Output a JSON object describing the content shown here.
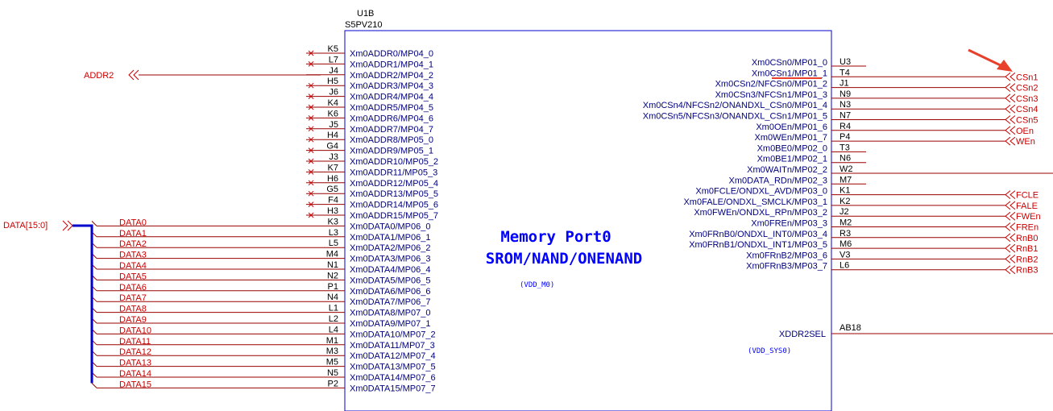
{
  "component": {
    "ref": "U1B",
    "part": "S5PV210",
    "title_line1": "Memory Port0",
    "title_line2": "SROM/NAND/ONENAND",
    "power1": "(VDD_M0)",
    "power2": "(VDD_SYS0)"
  },
  "left_pins": [
    {
      "num": "K5",
      "name": "Xm0ADDR0/MP04_0",
      "nc": true
    },
    {
      "num": "L7",
      "name": "Xm0ADDR1/MP04_1",
      "nc": true
    },
    {
      "num": "J4",
      "name": "Xm0ADDR2/MP04_2",
      "nc": false
    },
    {
      "num": "H5",
      "name": "Xm0ADDR3/MP04_3",
      "nc": true
    },
    {
      "num": "J6",
      "name": "Xm0ADDR4/MP04_4",
      "nc": true
    },
    {
      "num": "K4",
      "name": "Xm0ADDR5/MP04_5",
      "nc": true
    },
    {
      "num": "K6",
      "name": "Xm0ADDR6/MP04_6",
      "nc": true
    },
    {
      "num": "J5",
      "name": "Xm0ADDR7/MP04_7",
      "nc": true
    },
    {
      "num": "H4",
      "name": "Xm0ADDR8/MP05_0",
      "nc": true
    },
    {
      "num": "G4",
      "name": "Xm0ADDR9/MP05_1",
      "nc": true
    },
    {
      "num": "J3",
      "name": "Xm0ADDR10/MP05_2",
      "nc": true
    },
    {
      "num": "K7",
      "name": "Xm0ADDR11/MP05_3",
      "nc": true
    },
    {
      "num": "H6",
      "name": "Xm0ADDR12/MP05_4",
      "nc": true
    },
    {
      "num": "G5",
      "name": "Xm0ADDR13/MP05_5",
      "nc": true
    },
    {
      "num": "F4",
      "name": "Xm0ADDR14/MP05_6",
      "nc": true
    },
    {
      "num": "H3",
      "name": "Xm0ADDR15/MP05_7",
      "nc": true
    },
    {
      "num": "K3",
      "name": "Xm0DATA0/MP06_0",
      "net": "DATA0"
    },
    {
      "num": "L3",
      "name": "Xm0DATA1/MP06_1",
      "net": "DATA1"
    },
    {
      "num": "L5",
      "name": "Xm0DATA2/MP06_2",
      "net": "DATA2"
    },
    {
      "num": "M4",
      "name": "Xm0DATA3/MP06_3",
      "net": "DATA3"
    },
    {
      "num": "N1",
      "name": "Xm0DATA4/MP06_4",
      "net": "DATA4"
    },
    {
      "num": "N2",
      "name": "Xm0DATA5/MP06_5",
      "net": "DATA5"
    },
    {
      "num": "P1",
      "name": "Xm0DATA6/MP06_6",
      "net": "DATA6"
    },
    {
      "num": "N4",
      "name": "Xm0DATA7/MP06_7",
      "net": "DATA7"
    },
    {
      "num": "L1",
      "name": "Xm0DATA8/MP07_0",
      "net": "DATA8"
    },
    {
      "num": "L2",
      "name": "Xm0DATA9/MP07_1",
      "net": "DATA9"
    },
    {
      "num": "L4",
      "name": "Xm0DATA10/MP07_2",
      "net": "DATA10"
    },
    {
      "num": "M1",
      "name": "Xm0DATA11/MP07_3",
      "net": "DATA11"
    },
    {
      "num": "M3",
      "name": "Xm0DATA12/MP07_4",
      "net": "DATA12"
    },
    {
      "num": "M5",
      "name": "Xm0DATA13/MP07_5",
      "net": "DATA13"
    },
    {
      "num": "N5",
      "name": "Xm0DATA14/MP07_6",
      "net": "DATA14"
    },
    {
      "num": "P2",
      "name": "Xm0DATA15/MP07_7",
      "net": "DATA15"
    }
  ],
  "right_pins": [
    {
      "num": "U3",
      "name": "Xm0CSn0/MP01_0",
      "net": ""
    },
    {
      "num": "T4",
      "name": "Xm0CSn1/MP01_1",
      "net": "CSn1"
    },
    {
      "num": "J1",
      "name": "Xm0CSn2/NFCSn0/MP01_2",
      "net": "CSn2"
    },
    {
      "num": "N9",
      "name": "Xm0CSn3/NFCSn1/MP01_3",
      "net": "CSn3"
    },
    {
      "num": "N3",
      "name": "Xm0CSn4/NFCSn2/ONANDXL_CSn0/MP01_4",
      "net": "CSn4"
    },
    {
      "num": "N7",
      "name": "Xm0CSn5/NFCSn3/ONANDXL_CSn1/MP01_5",
      "net": "CSn5"
    },
    {
      "num": "R4",
      "name": "Xm0OEn/MP01_6",
      "net": "OEn"
    },
    {
      "num": "P4",
      "name": "Xm0WEn/MP01_7",
      "net": "WEn"
    },
    {
      "num": "T3",
      "name": "Xm0BE0/MP02_0",
      "net": ""
    },
    {
      "num": "N6",
      "name": "Xm0BE1/MP02_1",
      "net": ""
    },
    {
      "num": "W2",
      "name": "Xm0WAITn/MP02_2",
      "net": ""
    },
    {
      "num": "M7",
      "name": "Xm0DATA_RDn/MP02_3",
      "net": ""
    },
    {
      "num": "K1",
      "name": "Xm0FCLE/ONDXL_AVD/MP03_0",
      "net": "FCLE"
    },
    {
      "num": "K2",
      "name": "Xm0FALE/ONDXL_SMCLK/MP03_1",
      "net": "FALE"
    },
    {
      "num": "J2",
      "name": "Xm0FWEn/ONDXL_RPn/MP03_2",
      "net": "FWEn"
    },
    {
      "num": "M2",
      "name": "Xm0FREn/MP03_3",
      "net": "FREn"
    },
    {
      "num": "R3",
      "name": "Xm0FRnB0/ONDXL_INT0/MP03_4",
      "net": "RnB0"
    },
    {
      "num": "M6",
      "name": "Xm0FRnB1/ONDXL_INT1/MP03_5",
      "net": "RnB1"
    },
    {
      "num": "V3",
      "name": "Xm0FRnB2/MP03_6",
      "net": "RnB2"
    },
    {
      "num": "L6",
      "name": "Xm0FRnB3/MP03_7",
      "net": "RnB3"
    }
  ],
  "extra_pin": {
    "num": "AB18",
    "name": "XDDR2SEL"
  },
  "nets": {
    "addr2": "ADDR2",
    "data_bus": "DATA[15:0]"
  },
  "colors": {
    "body": "#0000cc",
    "wire": "#990000",
    "net_text": "#cc0000",
    "bus": "#0000cc",
    "annotation_arrow": "#e8402a"
  }
}
